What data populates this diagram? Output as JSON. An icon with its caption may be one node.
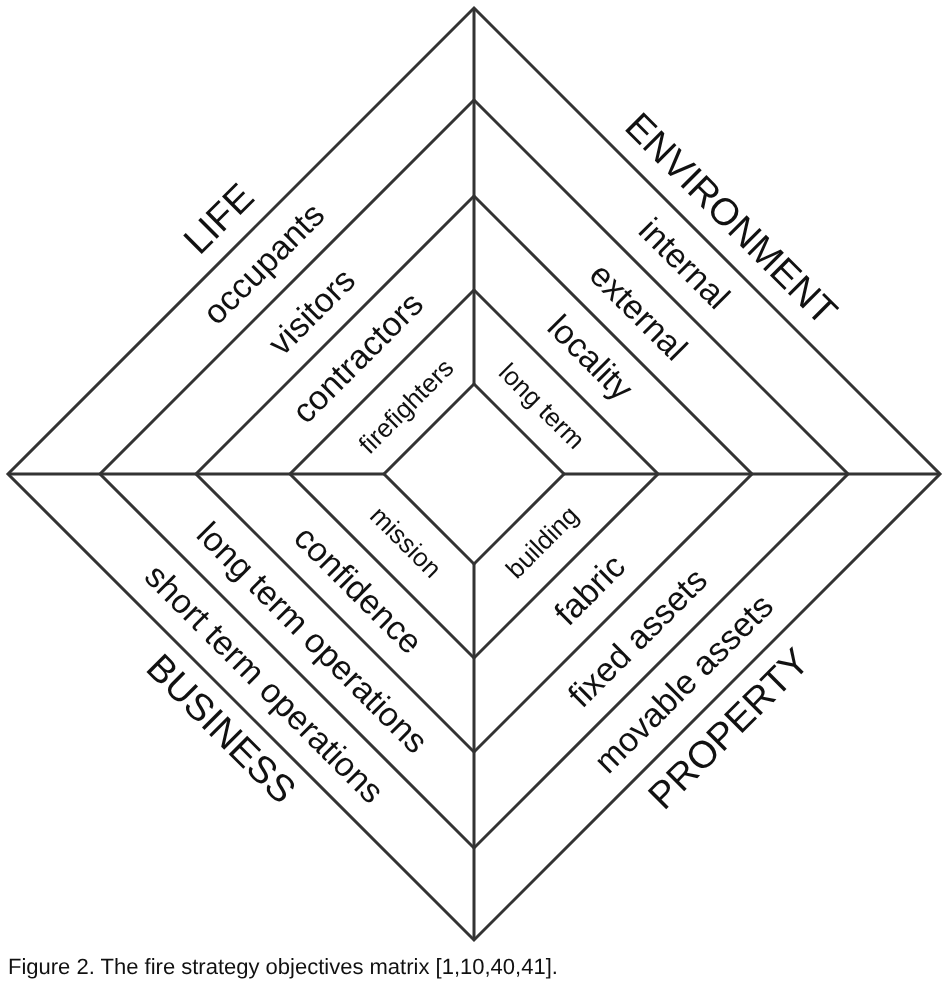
{
  "diagram": {
    "caption": "Figure 2. The fire strategy objectives matrix [1,10,40,41].",
    "labels": [
      "LIFE",
      "occupants",
      "visitors",
      "contractors",
      "firefighters",
      "ENVIRONMENT",
      "internal",
      "external",
      "locality",
      "long term",
      "mission",
      "confidence",
      "long term operations",
      "short term operations",
      "BUSINESS",
      "building",
      "fabric",
      "fixed assets",
      "movable assets",
      "PROPERTY"
    ]
  }
}
